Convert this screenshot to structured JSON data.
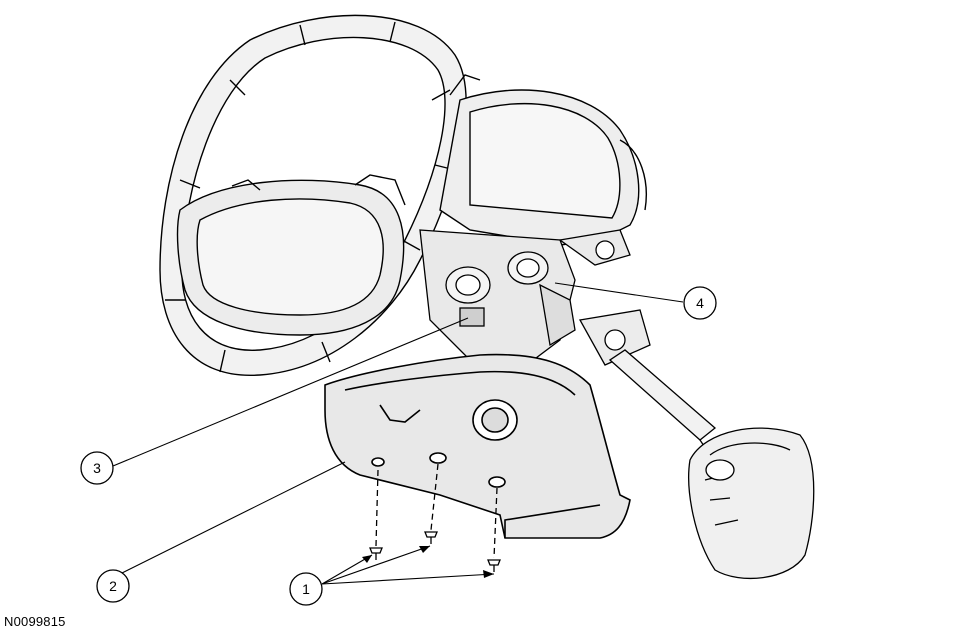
{
  "figure": {
    "reference_code": "N0099815",
    "callouts": [
      {
        "id": "1",
        "label": "1"
      },
      {
        "id": "2",
        "label": "2"
      },
      {
        "id": "3",
        "label": "3"
      },
      {
        "id": "4",
        "label": "4"
      }
    ]
  },
  "colors": {
    "line": "#000000",
    "background": "#ffffff",
    "shade": "#e6e6e6"
  }
}
